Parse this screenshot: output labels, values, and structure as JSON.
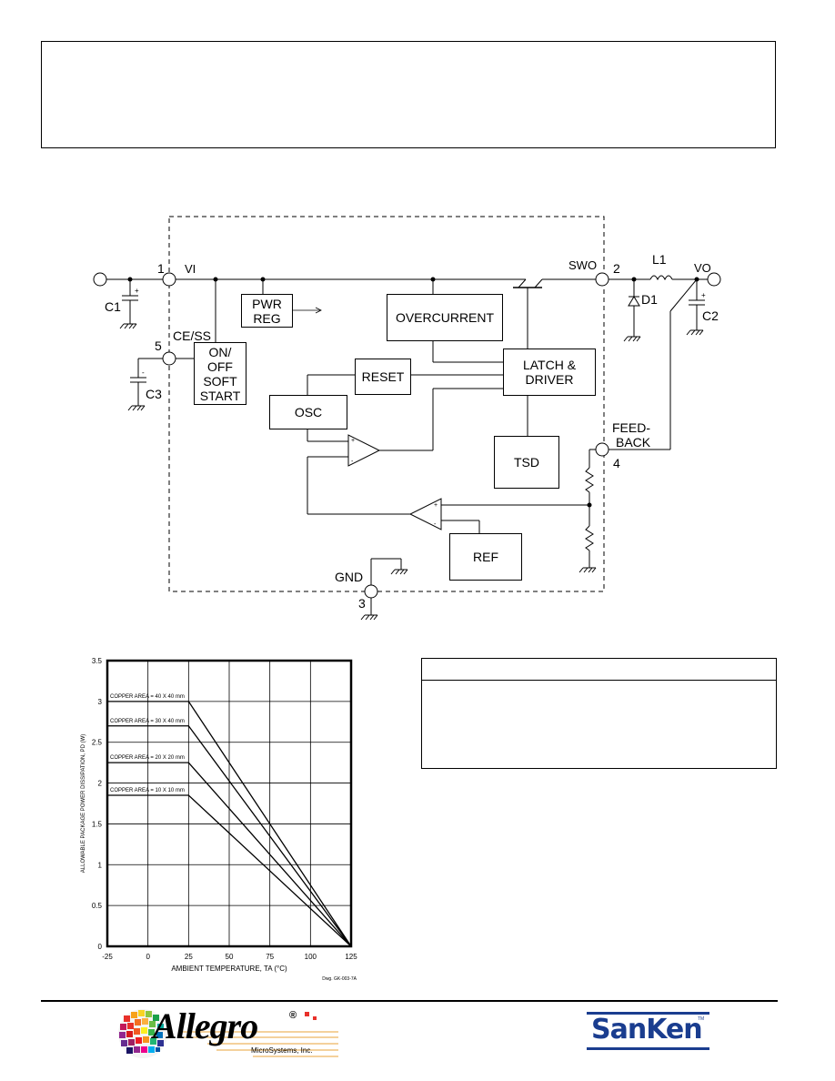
{
  "block_diagram": {
    "pins": {
      "vin_num": "1",
      "vin_label": "VI",
      "sw_num": "2",
      "sw_label": "SWO",
      "gnd_num": "3",
      "gnd_label": "GND",
      "fb_num": "4",
      "fb_label_1": "FEED-",
      "fb_label_2": "BACK",
      "ce_num": "5",
      "ce_label": "CE/SS"
    },
    "blocks": {
      "pwr_reg_1": "PWR",
      "pwr_reg_2": "REG",
      "overcurrent": "OVERCURRENT",
      "onoff_1": "ON/",
      "onoff_2": "OFF",
      "onoff_3": "SOFT",
      "onoff_4": "START",
      "reset": "RESET",
      "latch_1": "LATCH &",
      "latch_2": "DRIVER",
      "osc": "OSC",
      "tsd": "TSD",
      "ref": "REF"
    },
    "components": {
      "c1": "C1",
      "c2": "C2",
      "c3": "C3",
      "d1": "D1",
      "l1": "L1",
      "vo": "VO"
    }
  },
  "chart_data": {
    "type": "line",
    "xlabel": "AMBIENT TEMPERATURE, TA (°C)",
    "ylabel": "ALLOWABLE PACKAGE POWER DISSIPATION, PD (W)",
    "xlim": [
      -25,
      125
    ],
    "ylim": [
      0,
      3.5
    ],
    "xticks": [
      "-25",
      "0",
      "25",
      "50",
      "75",
      "100",
      "125"
    ],
    "yticks": [
      "0",
      "0.5",
      "1",
      "1.5",
      "2",
      "2.5",
      "3",
      "3.5"
    ],
    "grid": true,
    "drawing_number": "Dwg. GK-003-7A",
    "series": [
      {
        "name": "COPPER AREA = 40 X 40 mm",
        "x": [
          -25,
          25,
          125
        ],
        "y": [
          3.0,
          3.0,
          0
        ]
      },
      {
        "name": "COPPER AREA = 30 X 40 mm",
        "x": [
          -25,
          25,
          125
        ],
        "y": [
          2.7,
          2.7,
          0
        ]
      },
      {
        "name": "COPPER AREA = 20 X 20 mm",
        "x": [
          -25,
          25,
          125
        ],
        "y": [
          2.25,
          2.25,
          0
        ]
      },
      {
        "name": "COPPER AREA = 10 X 10 mm",
        "x": [
          -25,
          25,
          125
        ],
        "y": [
          1.85,
          1.85,
          0
        ]
      }
    ]
  },
  "footer": {
    "allegro_word": "Allegro",
    "allegro_registered": "®",
    "allegro_sub": "MicroSystems, Inc.",
    "sanken_word": "SanKen",
    "sanken_tm": "TM"
  },
  "colors": {
    "allegro_orange": "#e8a33a",
    "sanken_blue": "#1a3d8f"
  }
}
